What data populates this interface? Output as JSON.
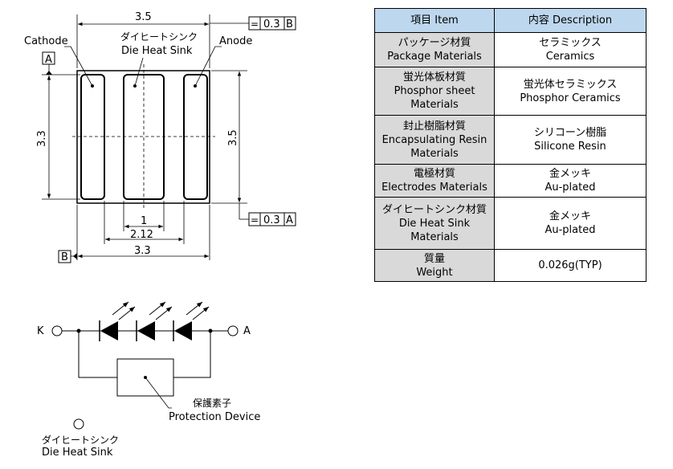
{
  "package": {
    "width_top": "3.5",
    "height_left": "3.3",
    "height_right": "3.5",
    "gap_1": "1",
    "gap_212": "2.12",
    "width_bottom": "3.3",
    "tol_top": "0.3",
    "tol_bottom": "0.3",
    "datum_a": "A",
    "datum_b": "B",
    "datum_ref_top": "B",
    "datum_ref_bottom": "A",
    "flatness_symbol": "=",
    "cathode_label": "Cathode",
    "anode_label": "Anode",
    "heatsink_label_jp": "ダイヒートシンク",
    "heatsink_label_en": "Die Heat Sink"
  },
  "circuit": {
    "k_label": "K",
    "a_label": "A",
    "protection_jp": "保護素子",
    "protection_en": "Protection Device",
    "heatsink_jp": "ダイヒートシンク",
    "heatsink_en": "Die Heat Sink"
  },
  "table": {
    "header_item": "項目 Item",
    "header_desc": "内容 Description",
    "rows": [
      {
        "item": [
          "パッケージ材質",
          "Package Materials"
        ],
        "desc": [
          "セラミックス",
          "Ceramics"
        ]
      },
      {
        "item": [
          "蛍光体板材質",
          "Phosphor sheet",
          "Materials"
        ],
        "desc": [
          "蛍光体セラミックス",
          "Phosphor Ceramics"
        ]
      },
      {
        "item": [
          "封止樹脂材質",
          "Encapsulating Resin",
          "Materials"
        ],
        "desc": [
          "シリコーン樹脂",
          "Silicone Resin"
        ]
      },
      {
        "item": [
          "電極材質",
          "Electrodes Materials"
        ],
        "desc": [
          "金メッキ",
          "Au-plated"
        ]
      },
      {
        "item": [
          "ダイヒートシンク材質",
          "Die Heat Sink",
          "Materials"
        ],
        "desc": [
          "金メッキ",
          "Au-plated"
        ]
      },
      {
        "item": [
          "質量",
          "Weight"
        ],
        "desc": [
          "0.026g(TYP)"
        ]
      }
    ]
  }
}
